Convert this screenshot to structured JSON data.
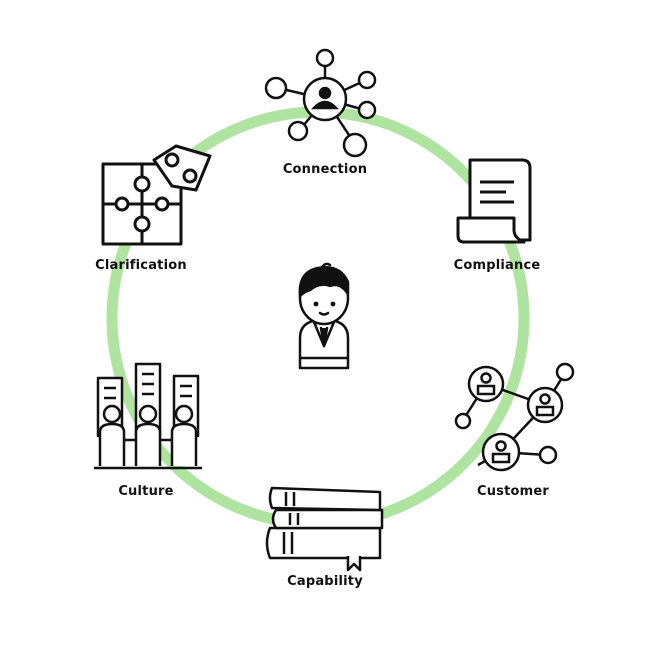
{
  "colors": {
    "ring": "#aee3a0",
    "ink": "#111111",
    "background": "#ffffff"
  },
  "center": {
    "icon": "person-icon"
  },
  "nodes": [
    {
      "id": "connection",
      "label": "Connection",
      "icon": "network-icon"
    },
    {
      "id": "compliance",
      "label": "Compliance",
      "icon": "document-scroll-icon"
    },
    {
      "id": "customer",
      "label": "Customer",
      "icon": "customer-network-icon"
    },
    {
      "id": "capability",
      "label": "Capability",
      "icon": "books-icon"
    },
    {
      "id": "culture",
      "label": "Culture",
      "icon": "people-city-icon"
    },
    {
      "id": "clarification",
      "label": "Clarification",
      "icon": "puzzle-icon"
    }
  ]
}
